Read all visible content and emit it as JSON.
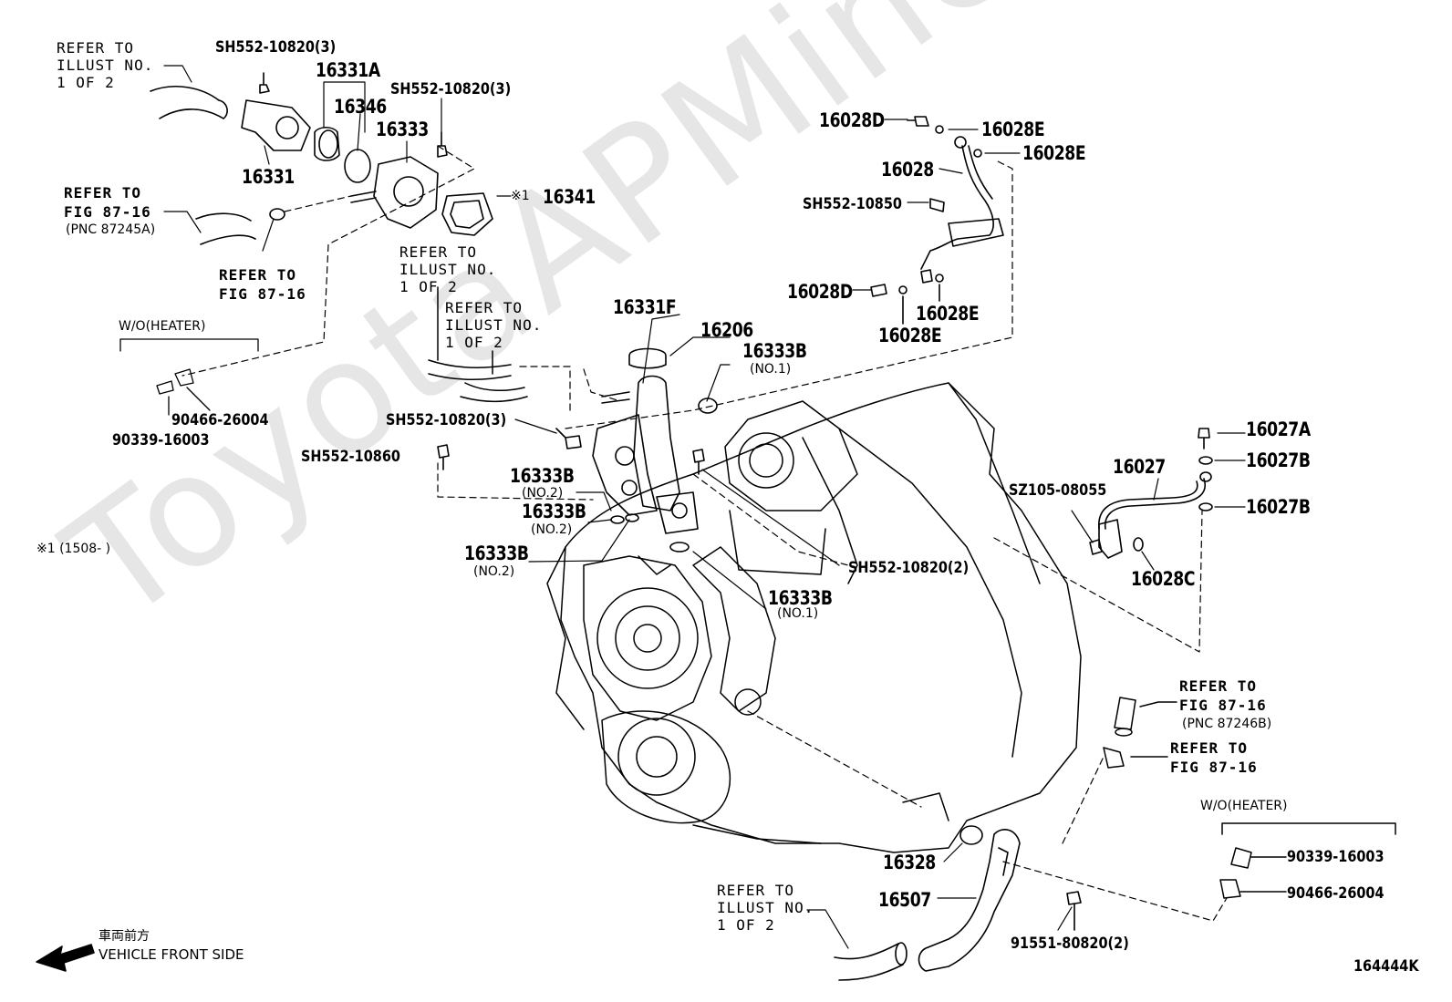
{
  "watermark": "ToyotaAPMine.ru",
  "diagram_id": "164444K",
  "labels": {
    "refer_illust_1": "REFER TO\nILLUST NO.\n1 OF 2",
    "sh552_10820_3_a": "SH552-10820(3)",
    "p16331A": "16331A",
    "p16346": "16346",
    "sh552_10820_3_b": "SH552-10820(3)",
    "p16333": "16333",
    "p16331": "16331",
    "refer_fig_87_16_pnc_a": "REFER TO\nFIG 87-16",
    "pnc_87245a": "(PNC 87245A)",
    "refer_fig_87_16_a": "REFER TO\nFIG 87-16",
    "mark_16341": "※1",
    "p16341": "16341",
    "refer_illust_2": "REFER TO\nILLUST NO.\n1 OF 2",
    "refer_illust_3": "REFER TO\nILLUST NO.\n1 OF 2",
    "wo_heater_a": "W/O(HEATER)",
    "p90466_26004_a": "90466-26004",
    "p90339_16003_a": "90339-16003",
    "note_1": "※1 (1508-      )",
    "p16331F": "16331F",
    "p16206": "16206",
    "p16333B_1": "16333B",
    "no1_a": "(NO.1)",
    "sh552_10820_3_c": "SH552-10820(3)",
    "sh552_10860": "SH552-10860",
    "p16333B_2": "16333B",
    "no2_a": "(NO.2)",
    "p16333B_3": "16333B",
    "no2_b": "(NO.2)",
    "p16333B_4": "16333B",
    "no2_c": "(NO.2)",
    "sh552_10820_2": "SH552-10820(2)",
    "p16333B_5": "16333B",
    "no1_b": "(NO.1)",
    "p16028D_a": "16028D",
    "p16028E_a": "16028E",
    "p16028E_b": "16028E",
    "p16028": "16028",
    "sh552_10850": "SH552-10850",
    "p16028D_b": "16028D",
    "p16028E_c": "16028E",
    "p16028E_d": "16028E",
    "p16027A": "16027A",
    "p16027B_a": "16027B",
    "p16027": "16027",
    "sz105_08055": "SZ105-08055",
    "p16027B_b": "16027B",
    "p16028C": "16028C",
    "refer_fig_87_16_pnc_b": "REFER TO\nFIG 87-16",
    "pnc_87246b": "(PNC 87246B)",
    "refer_fig_87_16_b": "REFER TO\nFIG 87-16",
    "wo_heater_b": "W/O(HEATER)",
    "p90339_16003_b": "90339-16003",
    "p90466_26004_b": "90466-26004",
    "p16328": "16328",
    "p16507": "16507",
    "refer_illust_4": "REFER TO\nILLUST NO.\n1 OF 2",
    "p91551_80820_2": "91551-80820(2)",
    "front_jp": "車両前方",
    "front_en": "VEHICLE FRONT SIDE"
  }
}
